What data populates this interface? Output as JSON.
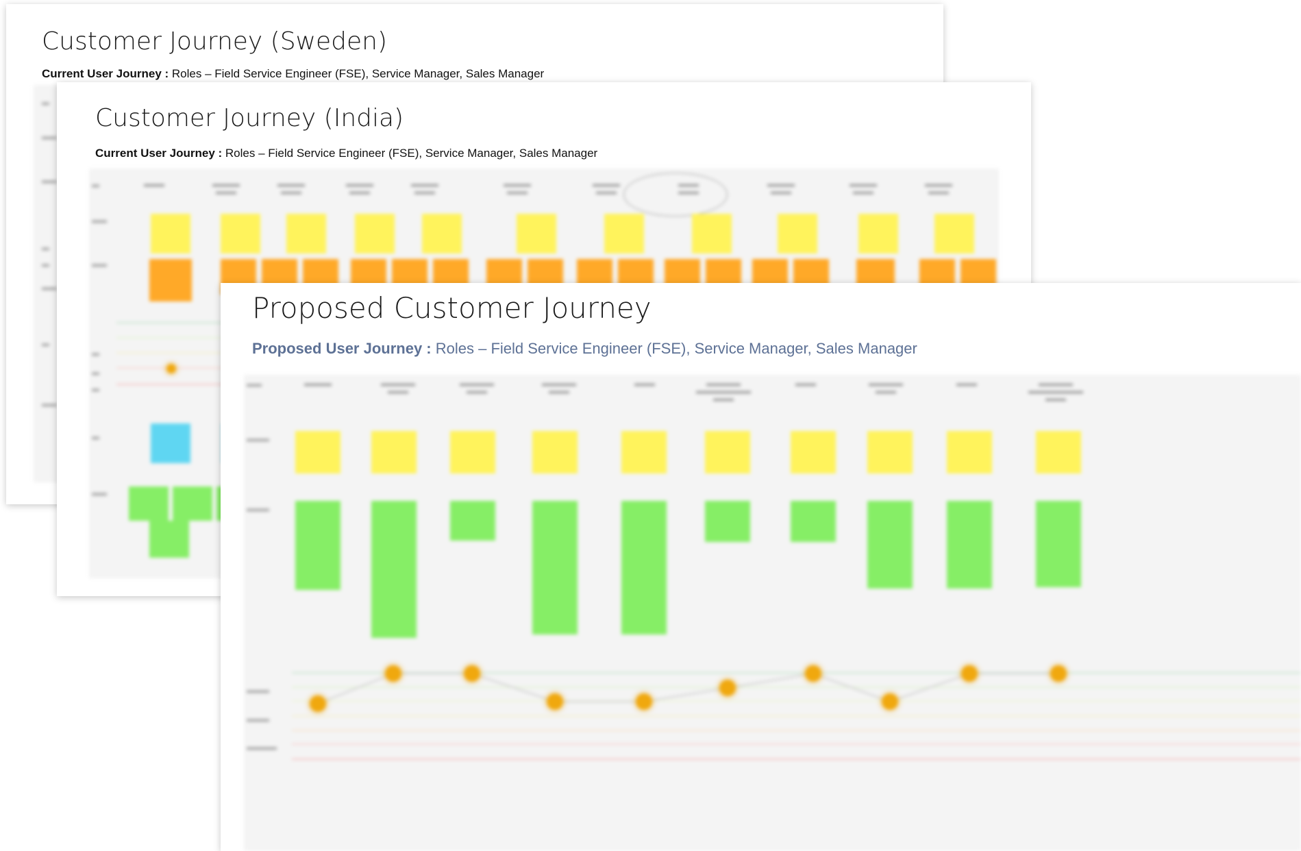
{
  "slides": {
    "sweden": {
      "title": "Customer Journey (Sweden)",
      "subtitle_bold": "Current User Journey :",
      "subtitle_rest": " Roles – Field Service Engineer (FSE), Service Manager, Sales Manager"
    },
    "india": {
      "title": "Customer Journey (India)",
      "subtitle_bold": "Current User Journey :",
      "subtitle_rest": " Roles – Field Service Engineer (FSE), Service Manager, Sales Manager"
    },
    "proposed": {
      "title": "Proposed Customer Journey",
      "subtitle_bold": "Proposed User Journey :",
      "subtitle_rest": " Roles – Field Service Engineer (FSE), Service Manager, Sales Manager"
    }
  },
  "colors": {
    "activity_note": "#fff35c",
    "painpoint_note": "#ffa928",
    "solution_note": "#86ee66",
    "info_note": "#5fd6f2",
    "emotion_dot": "#f0a80e",
    "subtitle_proposed": "#5d7195"
  }
}
